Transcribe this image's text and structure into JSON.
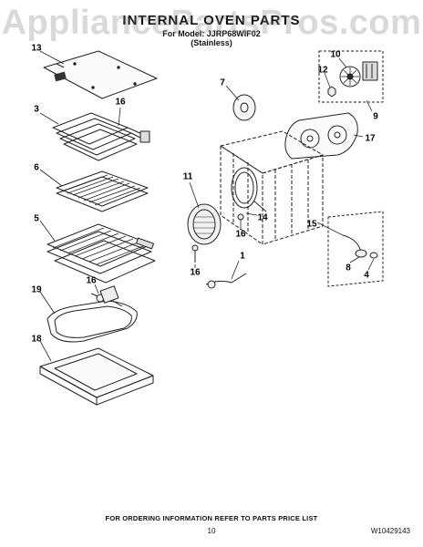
{
  "watermark": "AppliancePartsPros.com",
  "header": {
    "title": "INTERNAL OVEN PARTS",
    "model_line": "For Model: JJRP68WIF02",
    "finish": "(Stainless)"
  },
  "callouts": {
    "c13": "13",
    "c3": "3",
    "c16a": "16",
    "c6": "6",
    "c5": "5",
    "c16b": "16",
    "c19": "19",
    "c18": "18",
    "c7": "7",
    "c10": "10",
    "c12": "12",
    "c9": "9",
    "c17": "17",
    "c11": "11",
    "c14": "14",
    "c16c": "16",
    "c16d": "16",
    "c1": "1",
    "c15": "15",
    "c8": "8",
    "c4": "4"
  },
  "footer": {
    "ordering_note": "FOR ORDERING INFORMATION REFER TO PARTS PRICE LIST",
    "page_number": "10",
    "document_number": "W10429143"
  }
}
